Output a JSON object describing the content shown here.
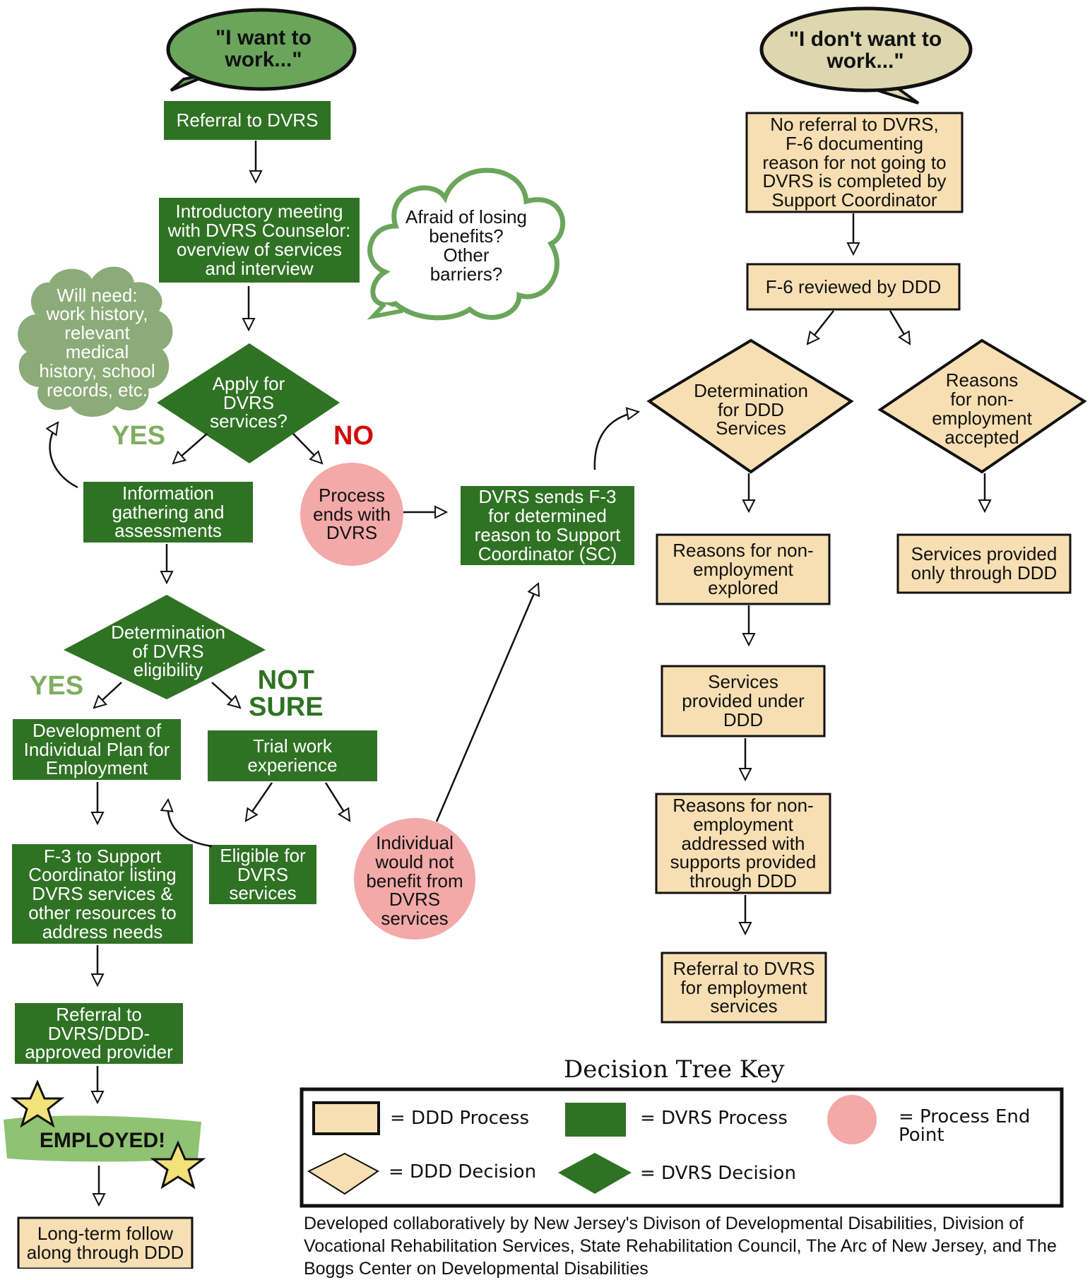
{
  "colors": {
    "dvrs_green": "#2f7224",
    "ddd_tan": "#f7dfb3",
    "end_pink": "#f2a9a7",
    "bubble_green": "#6aa55b",
    "bubble_tan": "#ddd7b0",
    "cloud_green": "#8bab78",
    "yes_green": "#7fae5f",
    "no_red": "#d00b0b"
  },
  "speech": {
    "want": "\"I want to\nwork...\"",
    "dont_want": "\"I don't want to\nwork...\""
  },
  "left": {
    "referral": "Referral to DVRS",
    "intro": "Introductory meeting\nwith DVRS Counselor:\noverview of services\nand interview",
    "apply": "Apply for\nDVRS\nservices?",
    "info": "Information\ngathering and\nassessments",
    "eligibility": "Determination\nof DVRS\neligibility",
    "ipe": "Development of\nIndividual Plan for\nEmployment",
    "trial": "Trial work\nexperience",
    "f3_listing": "F-3 to Support\nCoordinator listing\nDVRS services &\nother resources to\naddress needs",
    "eligible": "Eligible for\nDVRS\nservices",
    "referral_provider": "Referral to\nDVRS/DDD-\napproved provider",
    "employed": "EMPLOYED!",
    "longterm": "Long-term follow\nalong through DDD"
  },
  "middle": {
    "process_ends": "Process\nends with\nDVRS",
    "would_not_benefit": "Individual\nwould not\nbenefit from\nDVRS\nservices",
    "f3_sends": "DVRS sends F-3\nfor determined\nreason to Support\nCoordinator (SC)",
    "afraid": "Afraid of losing\nbenefits?\nOther\nbarriers?",
    "will_need": "Will need:\nwork history,\nrelevant\nmedical\nhistory, school\nrecords, etc."
  },
  "right": {
    "no_referral": "No referral to DVRS,\nF-6 documenting\nreason for not going to\nDVRS is completed by\nSupport Coordinator",
    "f6_reviewed": "F-6 reviewed by DDD",
    "det_ddd": "Determination\nfor DDD\nServices",
    "reasons_accepted": "Reasons\nfor non-\nemployment\naccepted",
    "reasons_explored": "Reasons for non-\nemployment\nexplored",
    "services_only": "Services provided\nonly through DDD",
    "services_under": "Services\nprovided under\nDDD",
    "reasons_addressed": "Reasons for non-\nemployment\naddressed with\nsupports provided\nthrough DDD",
    "referral_employment": "Referral to DVRS\nfor employment\nservices"
  },
  "labels": {
    "yes1": "YES",
    "no": "NO",
    "yes2": "YES",
    "not_sure": "NOT\nSURE"
  },
  "key": {
    "title": "Decision Tree Key",
    "ddd_process": "= DDD Process",
    "dvrs_process": "= DVRS Process",
    "end_point": "= Process End\n   Point",
    "ddd_decision": "= DDD Decision",
    "dvrs_decision": "= DVRS Decision"
  },
  "footer": "Developed collaboratively by New Jersey's Divison of Developmental Disabilities, Division of Vocational Rehabilitation Services, State Rehabilitation Council, The Arc of New Jersey, and The Boggs Center on Developmental Disabilities"
}
